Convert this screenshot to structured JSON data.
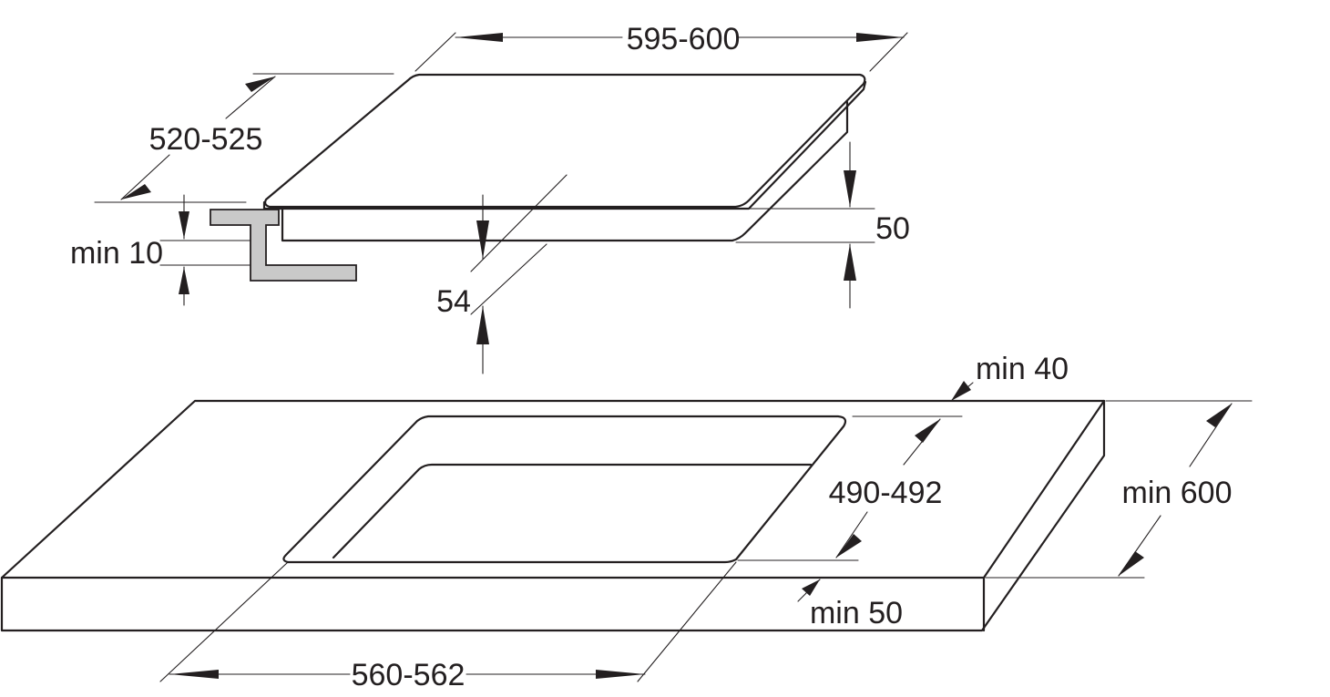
{
  "dimensions": {
    "hob_width": "595-600",
    "hob_depth": "520-525",
    "clearance_top": "min 10",
    "hob_height": "50",
    "cutout_depth_below": "54",
    "rear_clearance": "min 40",
    "cutout_depth": "490-492",
    "worktop_depth": "min 600",
    "front_clearance": "min 50",
    "cutout_width": "560-562"
  }
}
